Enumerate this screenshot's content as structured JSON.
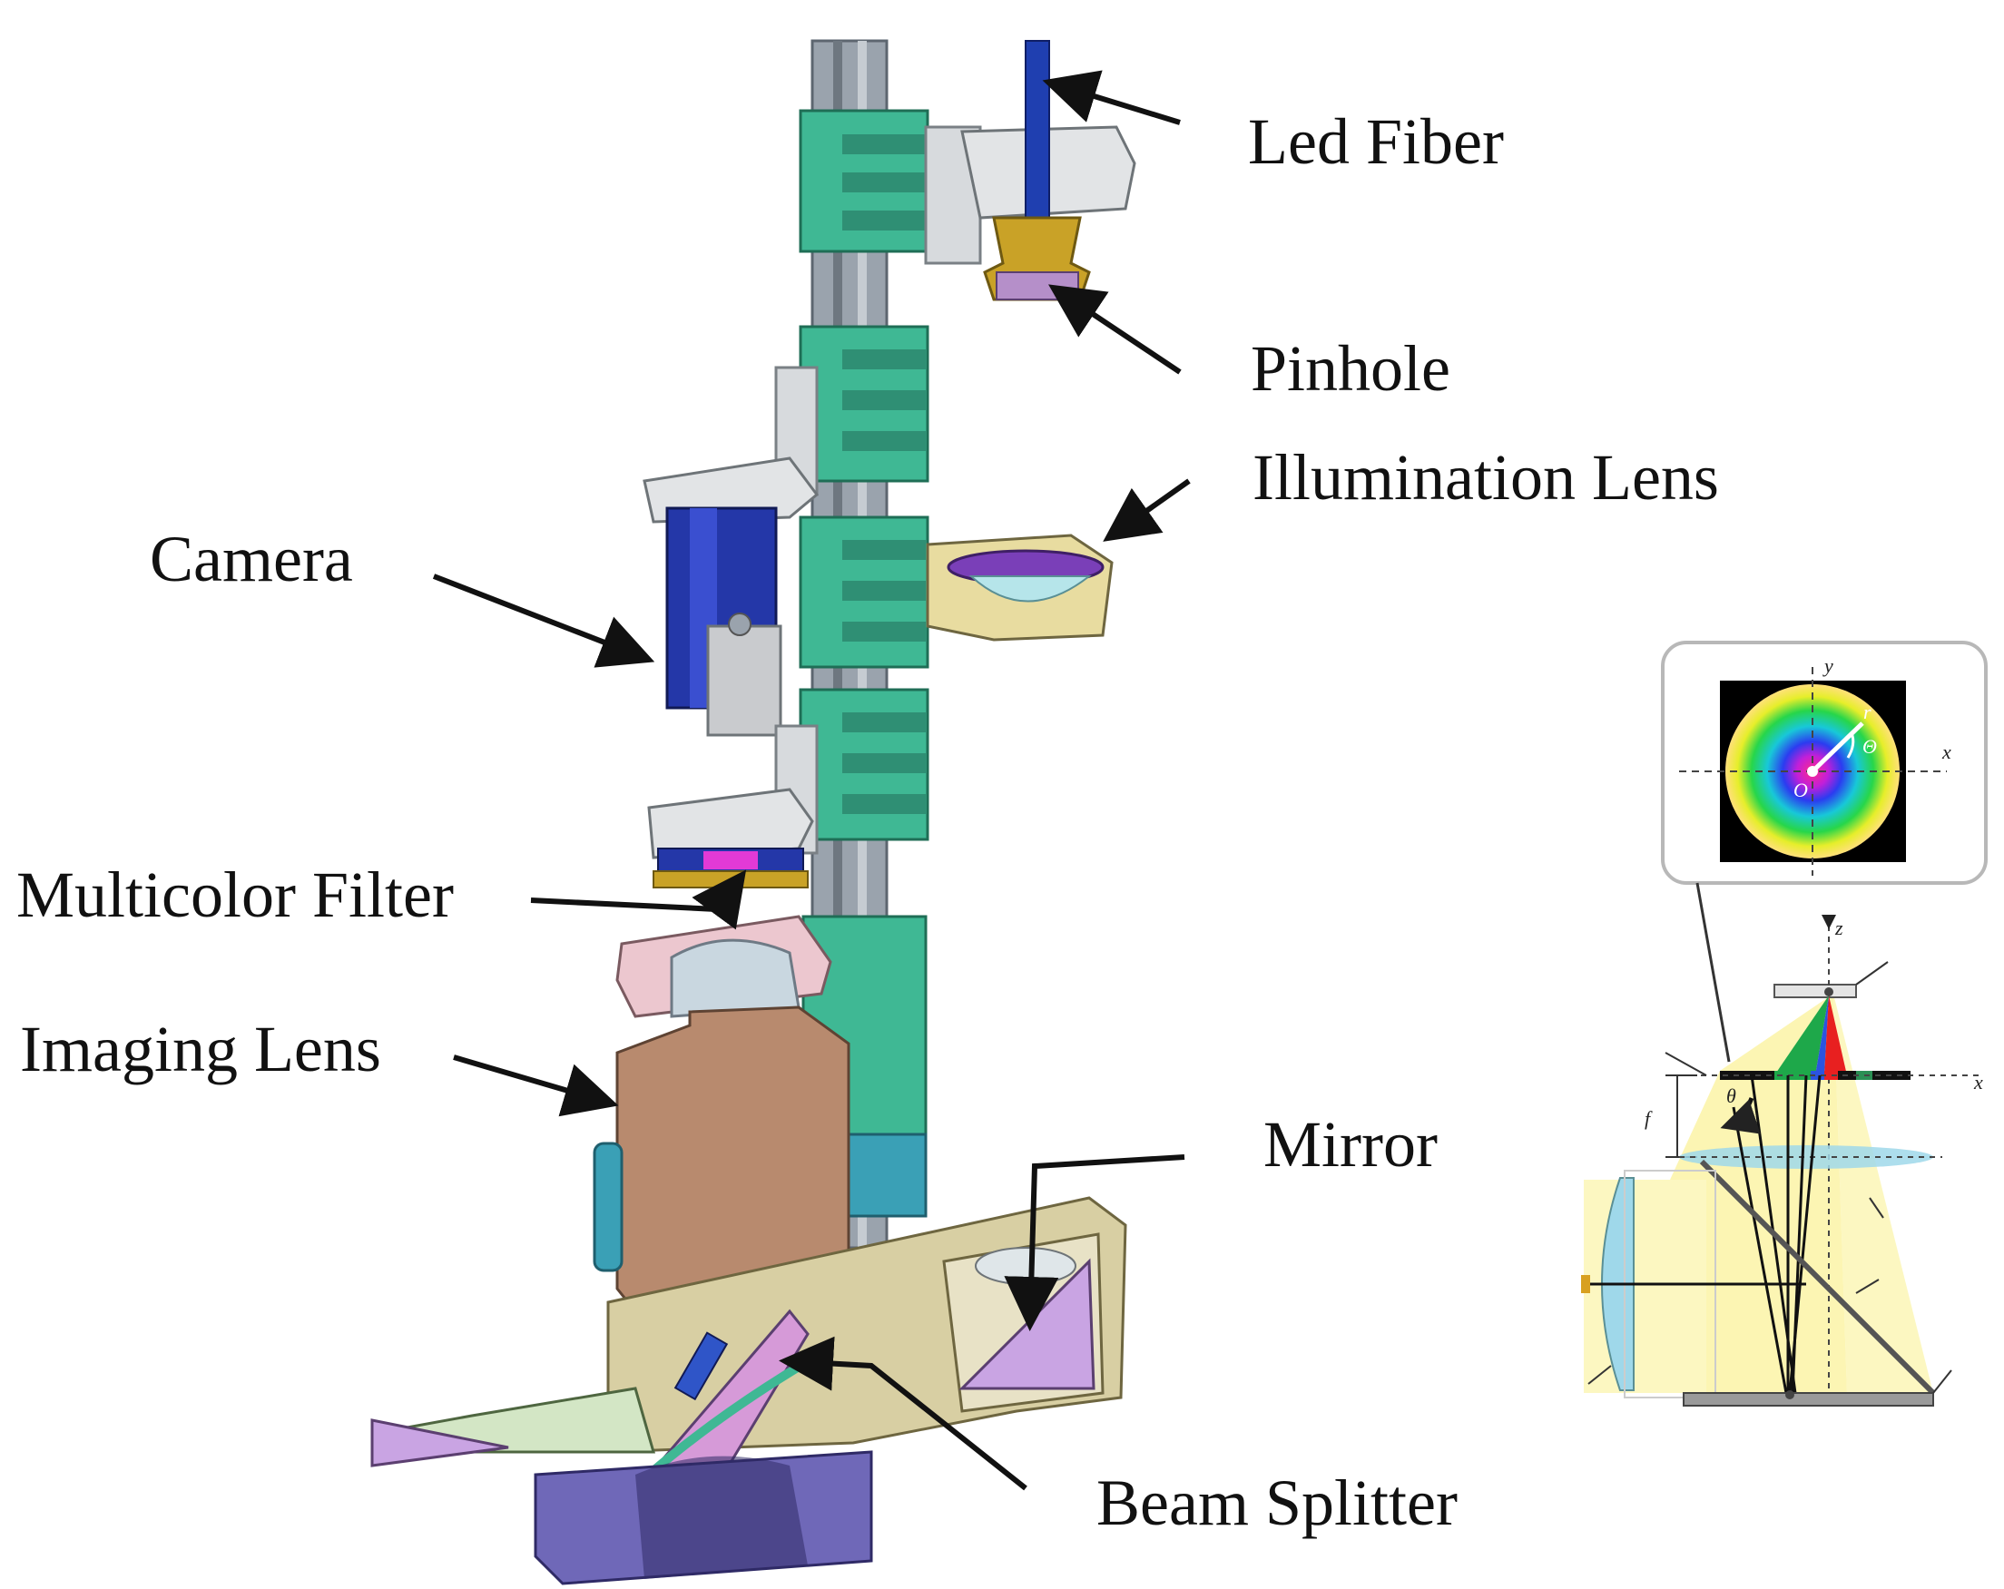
{
  "labels": {
    "led_fiber": "Led Fiber",
    "pinhole": "Pinhole",
    "illumination_lens": "Illumination Lens",
    "camera": "Camera",
    "multicolor_filter": "Multicolor Filter",
    "imaging_lens": "Imaging Lens",
    "mirror": "Mirror",
    "beam_splitter": "Beam Splitter"
  },
  "inset": {
    "axis_x": "x",
    "axis_y": "y",
    "origin": "O",
    "radius": "r",
    "angle": "Θ"
  },
  "schematic": {
    "axis_z": "z",
    "axis_x": "x",
    "focal": "f",
    "angle": "θ"
  },
  "colors": {
    "rail": "#9aa3ad",
    "bracket": "#3fb894",
    "housing": "#b88a6e",
    "base": "#d8cfa3",
    "camera_body": "#2437a8",
    "filter_magenta": "#e23ad6",
    "fiber_blue": "#1f3fb0",
    "pinhole_gold": "#c9a227",
    "lens_cyan": "#b6e5ea",
    "violet": "#c9a4e3",
    "purple_base": "#6f68b8",
    "light_yellow": "#fbf3a6"
  }
}
